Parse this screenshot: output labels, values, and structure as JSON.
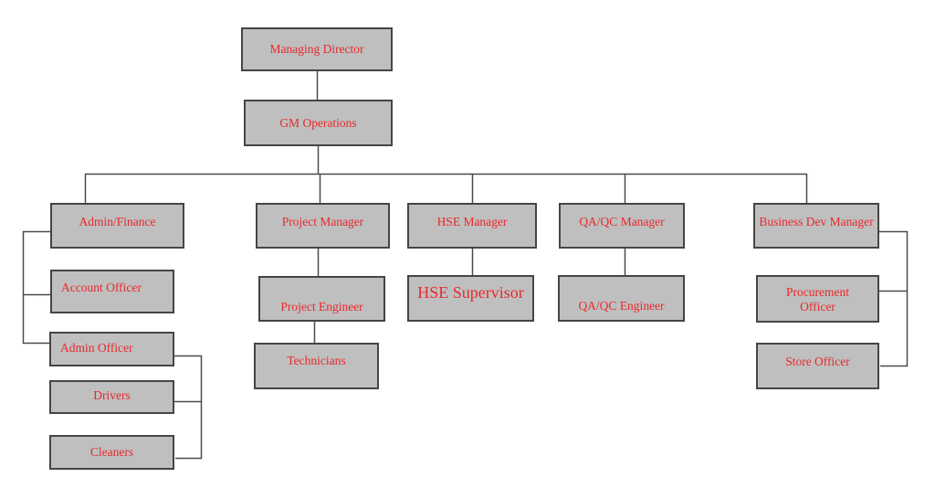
{
  "diagram": {
    "type": "org-chart",
    "nodes": {
      "managing_director": "Managing Director",
      "gm_operations": "GM Operations",
      "admin_finance": "Admin/Finance",
      "project_manager": "Project Manager",
      "hse_manager": "HSE Manager",
      "qaqc_manager": "QA/QC Manager",
      "business_dev_manager": "Business Dev Manager",
      "account_officer": "Account Officer",
      "admin_officer": "Admin Officer",
      "drivers": "Drivers",
      "cleaners": "Cleaners",
      "project_engineer": "Project Engineer",
      "technicians": "Technicians",
      "hse_supervisor": "HSE Supervisor",
      "qaqc_engineer": "QA/QC Engineer",
      "procurement_officer": "Procurement Officer",
      "store_officer": "Store Officer"
    },
    "hierarchy": [
      {
        "parent": "Managing Director",
        "child": "GM Operations"
      },
      {
        "parent": "GM Operations",
        "child": "Admin/Finance"
      },
      {
        "parent": "GM Operations",
        "child": "Project Manager"
      },
      {
        "parent": "GM Operations",
        "child": "HSE Manager"
      },
      {
        "parent": "GM Operations",
        "child": "QA/QC Manager"
      },
      {
        "parent": "GM Operations",
        "child": "Business Dev Manager"
      },
      {
        "parent": "Admin/Finance",
        "child": "Account Officer"
      },
      {
        "parent": "Admin/Finance",
        "child": "Admin Officer"
      },
      {
        "parent": "Admin Officer",
        "child": "Drivers"
      },
      {
        "parent": "Admin Officer",
        "child": "Cleaners"
      },
      {
        "parent": "Project Manager",
        "child": "Project Engineer"
      },
      {
        "parent": "Project Engineer",
        "child": "Technicians"
      },
      {
        "parent": "HSE Manager",
        "child": "HSE Supervisor"
      },
      {
        "parent": "QA/QC Manager",
        "child": "QA/QC Engineer"
      },
      {
        "parent": "Business Dev Manager",
        "child": "Procurement Officer"
      },
      {
        "parent": "Business Dev Manager",
        "child": "Store Officer"
      }
    ],
    "colors": {
      "box_fill": "#bfbfbf",
      "box_border": "#454545",
      "label_text": "#e8292d",
      "connector": "#4a4a4a",
      "background": "#ffffff"
    }
  }
}
